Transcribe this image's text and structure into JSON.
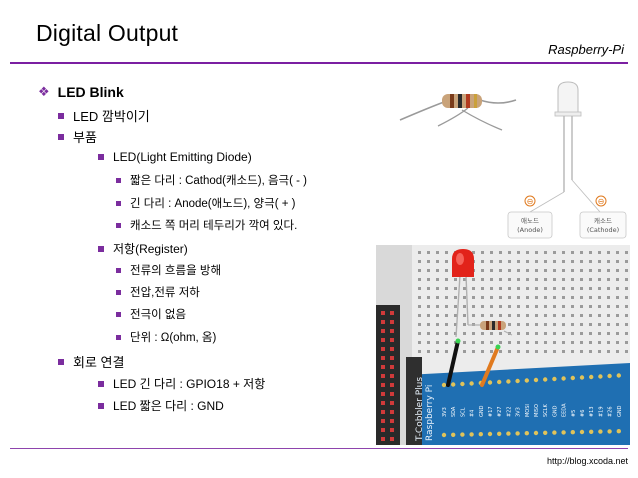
{
  "slide": {
    "title": "Digital Output",
    "brand": "Raspberry-Pi",
    "footer_url": "http://blog.xcoda.net"
  },
  "bullets": [
    {
      "level": 1,
      "marker": "diamond",
      "text": "LED Blink"
    },
    {
      "level": 2,
      "marker": "square",
      "text": "LED 깜박이기"
    },
    {
      "level": 2,
      "marker": "square",
      "text": "부품"
    },
    {
      "level": 3,
      "marker": "square",
      "text": "LED(Light Emitting Diode)"
    },
    {
      "level": 4,
      "marker": "square",
      "text": "짧은 다리 : Cathod(캐소드), 음극( - )"
    },
    {
      "level": 4,
      "marker": "square",
      "text": "긴 다리 : Anode(애노드), 양극( + )"
    },
    {
      "level": 4,
      "marker": "square",
      "text": "캐소드 쪽 머리 테두리가 깍여 있다."
    },
    {
      "level": 3,
      "marker": "square",
      "text": "저항(Register)"
    },
    {
      "level": 4,
      "marker": "square",
      "text": "전류의 흐름을 방해"
    },
    {
      "level": 4,
      "marker": "square",
      "text": "전압,전류 저하"
    },
    {
      "level": 4,
      "marker": "square",
      "text": "전극이 없음"
    },
    {
      "level": 4,
      "marker": "square",
      "text": "단위 : Ω(ohm, 옴)"
    },
    {
      "level": 2,
      "marker": "square",
      "text": "회로 연결"
    },
    {
      "level": 3,
      "marker": "square",
      "text": "LED 긴        다리 : GPIO18 + 저항"
    },
    {
      "level": 3,
      "marker": "square",
      "text": "LED 짧은 다리 : GND"
    }
  ],
  "led_diagram": {
    "anode_label": "애노드",
    "anode_label_en": "(Anode)",
    "cathode_label": "캐소드",
    "cathode_label_en": "(Cathode)",
    "symbol": "⊖"
  },
  "breadboard": {
    "board_text_line1": "T-Cobbler Plus",
    "board_text_line2": "Raspberry Pi",
    "pin_labels": [
      "3V3",
      "SDA",
      "SCL",
      "#4",
      "GND",
      "#17",
      "#27",
      "#22",
      "3V3",
      "MOSI",
      "MISO",
      "SCLK",
      "GND",
      "EEDA",
      "#5",
      "#6",
      "#13",
      "#19",
      "#26",
      "GND"
    ]
  },
  "colors": {
    "accent": "#7b1fa2",
    "bullet": "#7b2d9e",
    "board_blue": "#1f6fb2",
    "led_red": "#e2231a",
    "wire_black": "#111111",
    "wire_orange": "#e07a1f"
  }
}
